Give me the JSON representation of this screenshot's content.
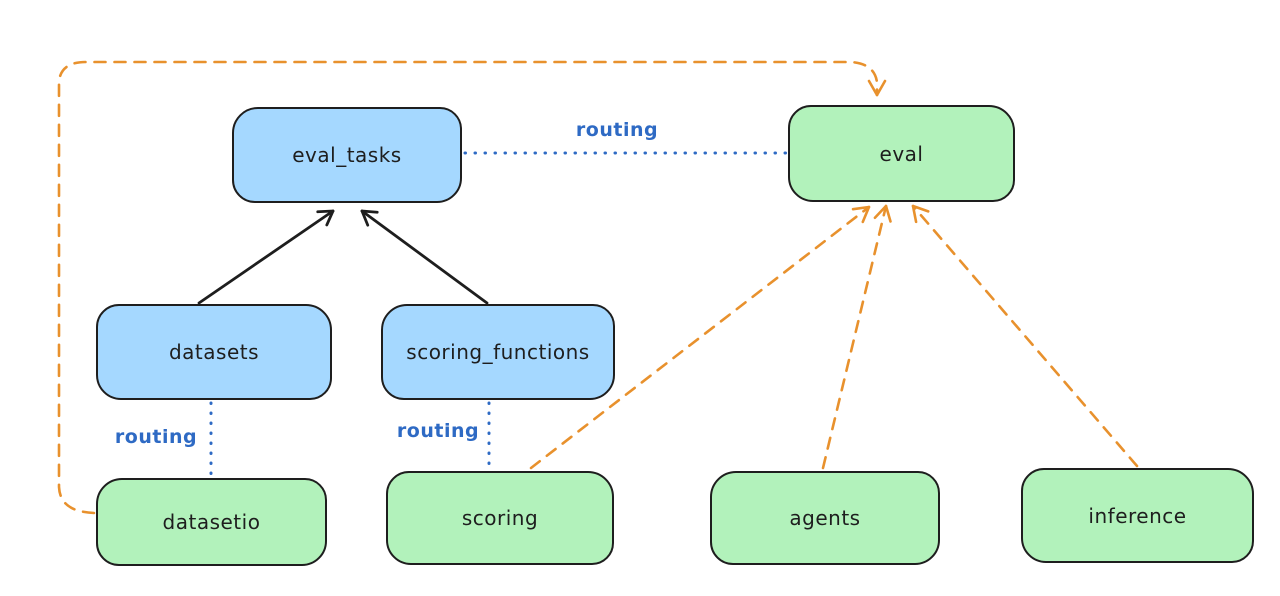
{
  "colors": {
    "background": "#ffffff",
    "node_stroke": "#1e1e1e",
    "blue_node_fill": "#a5d8ff",
    "green_node_fill": "#b2f2bb",
    "black_edge": "#1e1e1e",
    "orange_edge": "#e8912d",
    "blue_edge": "#2e6ac4",
    "node_text": "#1e1e1e"
  },
  "nodes": {
    "eval_tasks": {
      "label": "eval_tasks",
      "fill": "#a5d8ff"
    },
    "eval": {
      "label": "eval",
      "fill": "#b2f2bb"
    },
    "datasets": {
      "label": "datasets",
      "fill": "#a5d8ff"
    },
    "scoring_functions": {
      "label": "scoring_functions",
      "fill": "#a5d8ff"
    },
    "datasetio": {
      "label": "datasetio",
      "fill": "#b2f2bb"
    },
    "scoring": {
      "label": "scoring",
      "fill": "#b2f2bb"
    },
    "agents": {
      "label": "agents",
      "fill": "#b2f2bb"
    },
    "inference": {
      "label": "inference",
      "fill": "#b2f2bb"
    }
  },
  "edge_labels": {
    "eval_tasks_to_eval": "routing",
    "datasets_to_datasetio": "routing",
    "scoring_functions_to_scoring": "routing"
  },
  "edges": [
    {
      "from": "datasets",
      "to": "eval_tasks",
      "style": "solid-black-arrow"
    },
    {
      "from": "scoring_functions",
      "to": "eval_tasks",
      "style": "solid-black-arrow"
    },
    {
      "from": "eval_tasks",
      "to": "eval",
      "style": "dotted-blue",
      "label": "routing"
    },
    {
      "from": "datasets",
      "to": "datasetio",
      "style": "dotted-blue",
      "label": "routing"
    },
    {
      "from": "scoring_functions",
      "to": "scoring",
      "style": "dotted-blue",
      "label": "routing"
    },
    {
      "from": "datasetio",
      "to": "eval",
      "style": "dashed-orange-arrow"
    },
    {
      "from": "scoring",
      "to": "eval",
      "style": "dashed-orange-arrow"
    },
    {
      "from": "agents",
      "to": "eval",
      "style": "dashed-orange-arrow"
    },
    {
      "from": "inference",
      "to": "eval",
      "style": "dashed-orange-arrow"
    }
  ]
}
